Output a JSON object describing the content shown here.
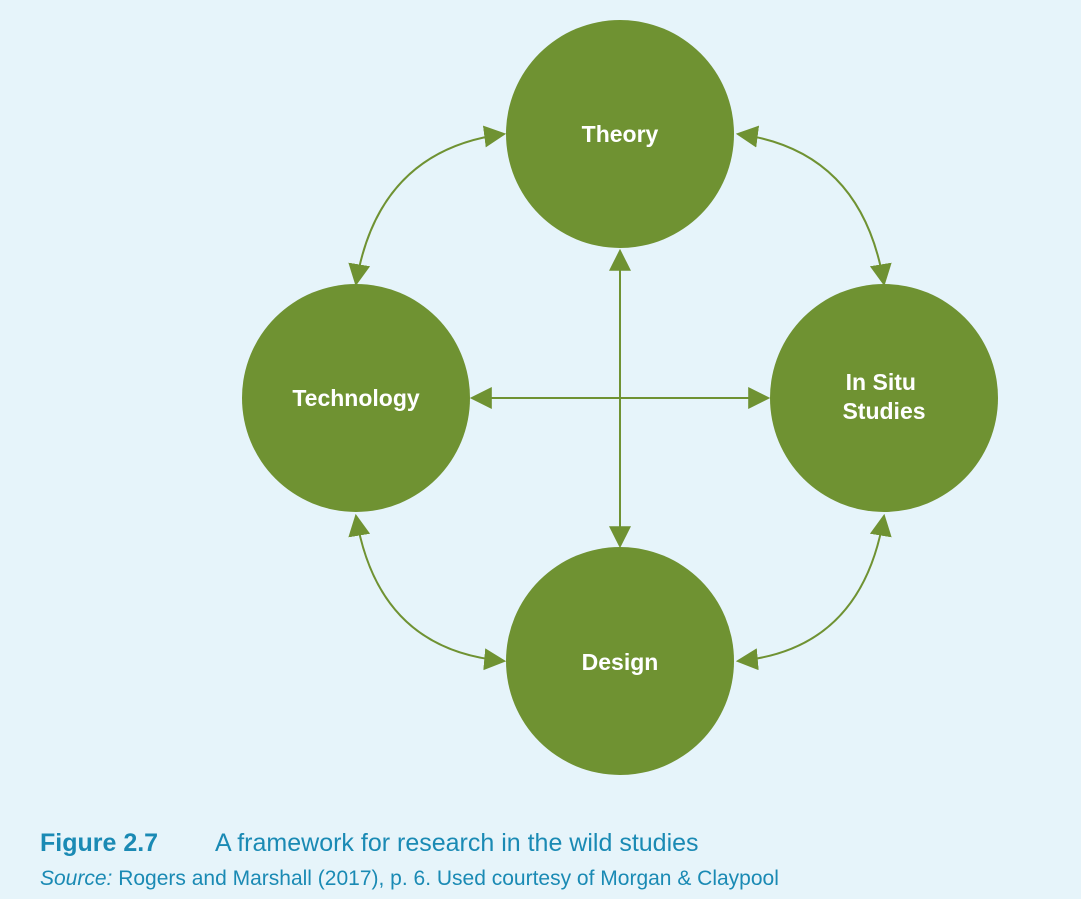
{
  "nodes": [
    {
      "id": "theory",
      "label": "Theory"
    },
    {
      "id": "in-situ",
      "label": "In Situ\nStudies"
    },
    {
      "id": "design",
      "label": "Design"
    },
    {
      "id": "technology",
      "label": "Technology"
    }
  ],
  "edges": [
    {
      "from": "theory",
      "to": "in-situ",
      "bidirectional": true
    },
    {
      "from": "in-situ",
      "to": "design",
      "bidirectional": true
    },
    {
      "from": "design",
      "to": "technology",
      "bidirectional": true
    },
    {
      "from": "technology",
      "to": "theory",
      "bidirectional": true
    },
    {
      "from": "theory",
      "to": "design",
      "bidirectional": true
    },
    {
      "from": "technology",
      "to": "in-situ",
      "bidirectional": true
    }
  ],
  "colors": {
    "background": "#e6f4fa",
    "node_fill": "#6f9232",
    "arrow": "#6f9232",
    "caption": "#1a8ab4"
  },
  "caption": {
    "figure_number": "Figure 2.7",
    "title": "A framework for research in the wild studies",
    "source_label": "Source:",
    "source_text": " Rogers and Marshall (2017), p. 6. Used courtesy of Morgan & Claypool"
  }
}
